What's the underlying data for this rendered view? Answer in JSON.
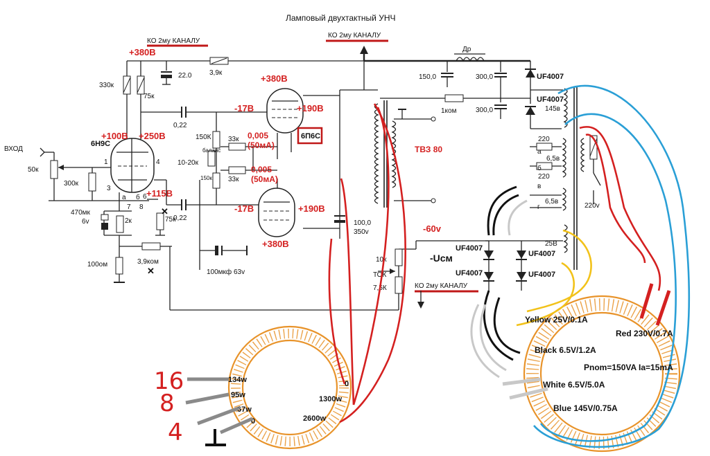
{
  "title": "Ламповый двухтактный  УНЧ",
  "channel_label": "КО 2му КАНАЛУ",
  "input_label": "ВХОД",
  "voltages": {
    "b380_top": "+380В",
    "b380_tube": "+380В",
    "b380_low": "+380В",
    "m17_top": "-17В",
    "p190_top": "+190В",
    "m17_low": "-17В",
    "p190_low": "+190В",
    "p100": "+100В",
    "p250": "+250В",
    "p115": "+115В",
    "m60": "-60v",
    "usm": "-Uсм",
    "i1": "0,005",
    "i1b": "(50мА)",
    "i2": "0,005",
    "i2b": "(50мА)"
  },
  "parts": {
    "tube1": "6Н9С",
    "tube2": "6П6С",
    "ot": "ТВЗ 80",
    "r330": "330к",
    "r75": "75к",
    "c22": "22.0",
    "r39": "3,9к",
    "c022a": "0,22",
    "c022b": "0,22",
    "r50": "50к",
    "r300": "300к",
    "r150a": "150К",
    "r150b": "150к",
    "r33a": "33к",
    "r33b": "33к",
    "balance": "баланс",
    "r1020": "10-20к",
    "c470": "470мк",
    "c470v": "6v",
    "r2": "2к",
    "r75b": "75к",
    "r100": "100ом",
    "r39kom": "3,9ком",
    "c100": "100мкф 63v",
    "c100b": "100,0",
    "c100bv": "350v",
    "r10": "10к",
    "tok": "ТОК",
    "r75c": "7,5К",
    "choke": "Др",
    "c150": "150,0",
    "c300a": "300,0",
    "c300b": "300,0",
    "r1kom": "1ком",
    "d1": "UF4007",
    "d2": "UF4007",
    "d3": "UF4007",
    "d4": "UF4007",
    "d5": "UF4007",
    "d6": "UF4007",
    "v145": "145в",
    "v220": "220v",
    "w220a": "220",
    "w220b": "220",
    "w65a": "6,5в",
    "w65b": "6,5в",
    "v25": "25В",
    "pa": "а",
    "pb": "б",
    "pv": "в",
    "pg": "г",
    "pin1": "1",
    "pin3": "3",
    "pin4": "4",
    "pin7": "7",
    "pin8": "8",
    "pin6": "6",
    "pina": "а",
    "pinb": "б"
  },
  "output_toroid": {
    "taps": [
      "134w",
      "95w",
      "67w",
      "0"
    ],
    "primary": [
      "0",
      "1300w",
      "2600w"
    ],
    "ohms": [
      "16",
      "8",
      "4"
    ]
  },
  "power_toroid": {
    "yellow": "Yellow 25V/0.1A",
    "red": "Red 230V/0.7A",
    "black": "Black 6.5V/1.2A",
    "pnom": "Pnom=150VA  Ia=15mA",
    "white": "White 6.5V/5.0A",
    "blue": "Blue 145V/0.75A"
  },
  "colors": {
    "red_wire": "#d42020",
    "blue_wire": "#2a9fd6",
    "yellow_wire": "#f2c21a",
    "grey_wire": "#c8c8c8",
    "toroid": "#e8932a"
  }
}
